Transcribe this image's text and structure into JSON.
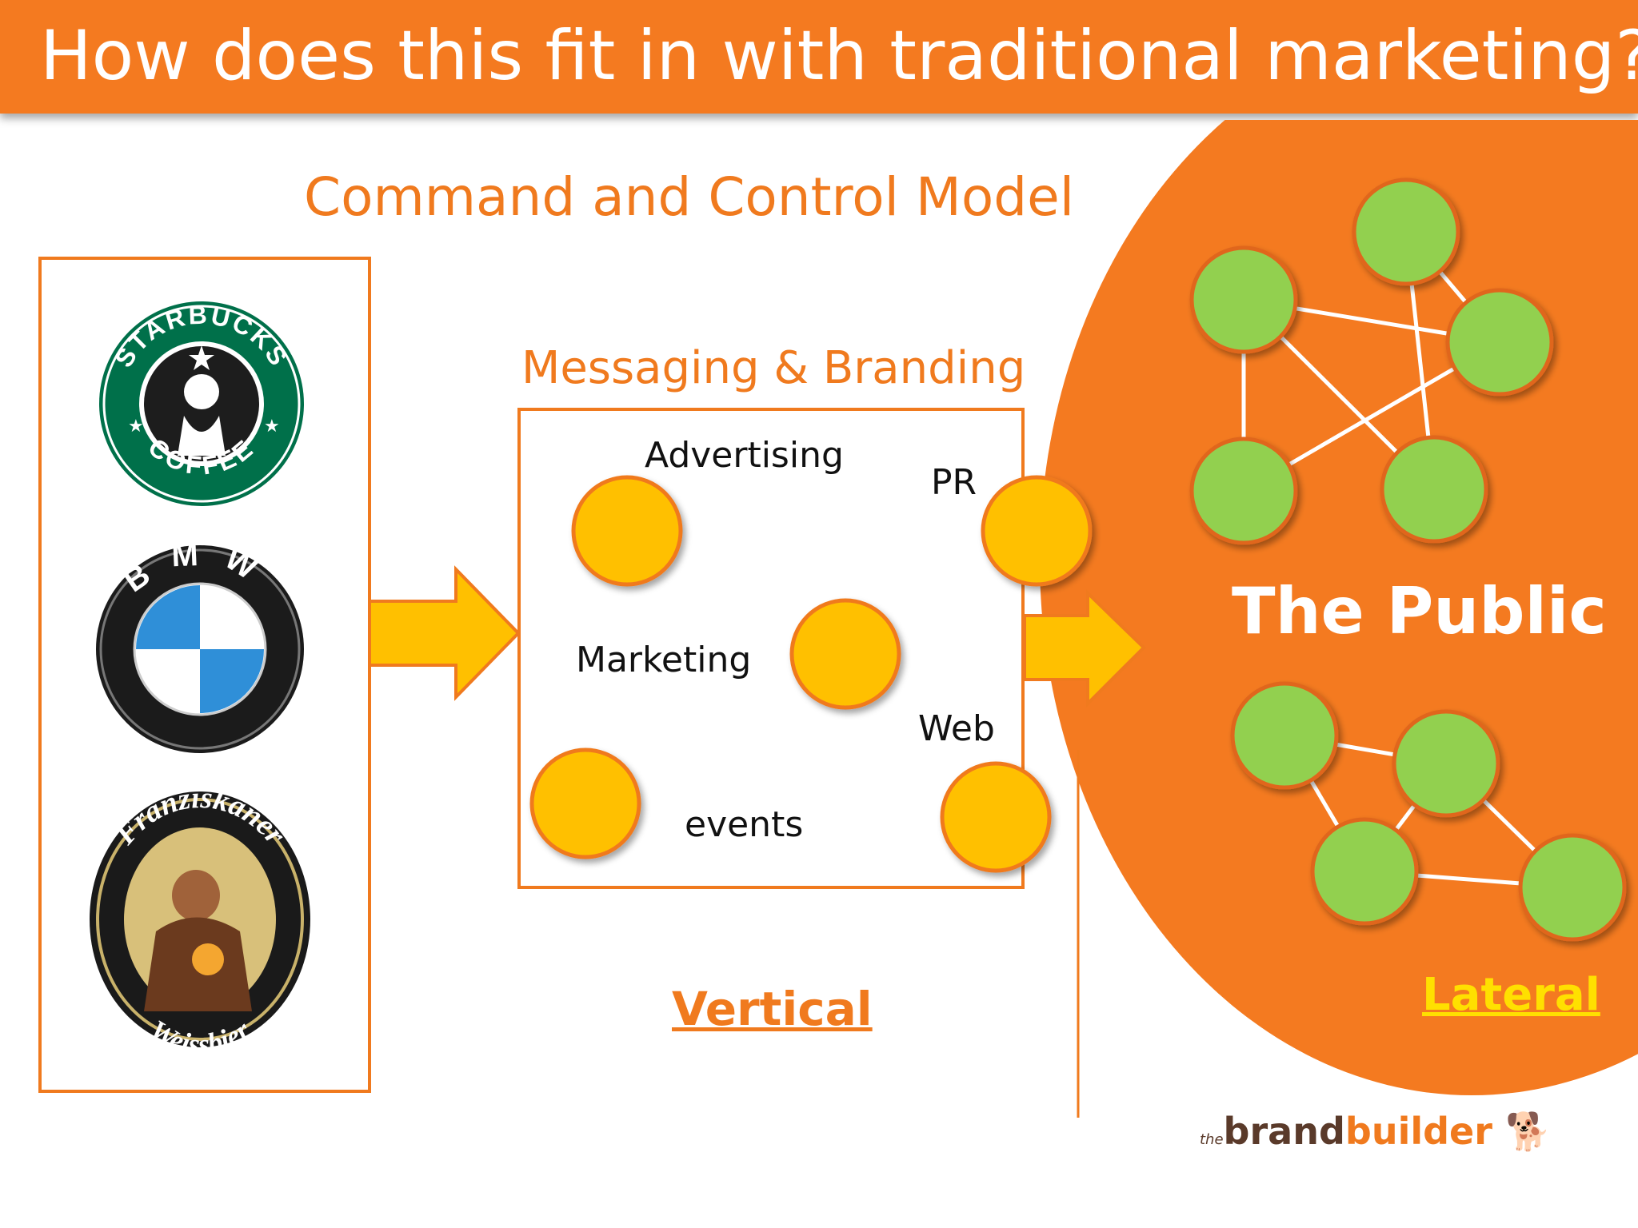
{
  "title": "How does this fit in with traditional marketing?",
  "model_title": "Command and Control Model",
  "brands": [
    {
      "name": "Starbucks",
      "ring_text": "STARBUCKS",
      "sub_text": "COFFEE"
    },
    {
      "name": "BMW",
      "text": "BMW"
    },
    {
      "name": "Franziskaner",
      "ring_top": "Franziskaner",
      "ring_bottom": "Weissbier"
    }
  ],
  "messaging": {
    "title": "Messaging & Branding",
    "labels": [
      "Advertising",
      "PR",
      "Marketing",
      "Web",
      "events"
    ]
  },
  "public_label": "The Public",
  "vertical_label": "Vertical",
  "lateral_label": "Lateral",
  "footer_logo": {
    "prefix": "the",
    "part1": "brand",
    "part2": "builder"
  },
  "colors": {
    "orange": "#f47a20",
    "node_yellow": "#ffc000",
    "node_green": "#92d050",
    "arrow_yellow": "#ffc000",
    "lateral_yellow": "#ffe000"
  }
}
